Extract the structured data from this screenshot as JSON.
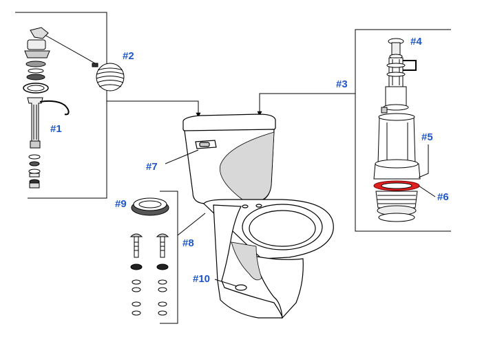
{
  "diagram": {
    "accent_color": "#1e56c8",
    "line_color": "#000000",
    "highlight_color": "#e02020"
  },
  "callouts": {
    "p1": "#1",
    "p2": "#2",
    "p3": "#3",
    "p4": "#4",
    "p5": "#5",
    "p6": "#6",
    "p7": "#7",
    "p8": "#8",
    "p9": "#9",
    "p10": "#10"
  }
}
